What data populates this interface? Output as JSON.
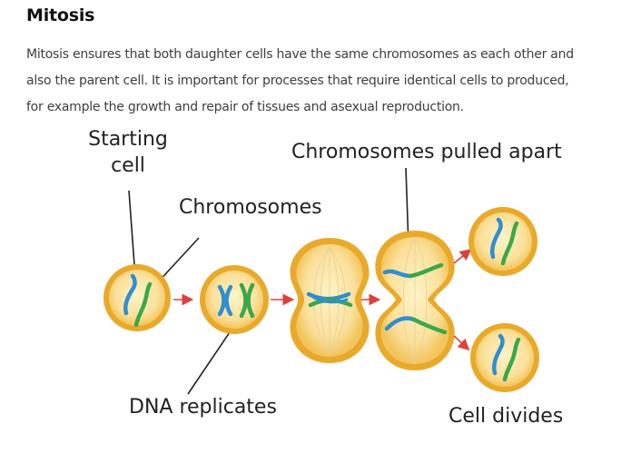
{
  "page": {
    "title": "Mitosis",
    "paragraph_lines": [
      "Mitosis ensures that both daughter cells have the same chromosomes as each other and",
      "also the parent cell. It is important for processes that require identical cells to produced,",
      "for example the growth and repair of tissues and asexual reproduction."
    ]
  },
  "diagram": {
    "labels": {
      "starting_cell_line1": "Starting",
      "starting_cell_line2": "cell",
      "chromosomes": "Chromosomes",
      "pulled_apart": "Chromosomes pulled apart",
      "dna_replicates": "DNA replicates",
      "cell_divides": "Cell divides"
    },
    "colors": {
      "cell_outer": "#e9a92a",
      "cell_inner": "#fbe3a0",
      "chromosome_blue": "#2f8fd0",
      "chromosome_green": "#3aa84a",
      "arrow": "#e0403a",
      "pointer_line": "#222222"
    }
  }
}
